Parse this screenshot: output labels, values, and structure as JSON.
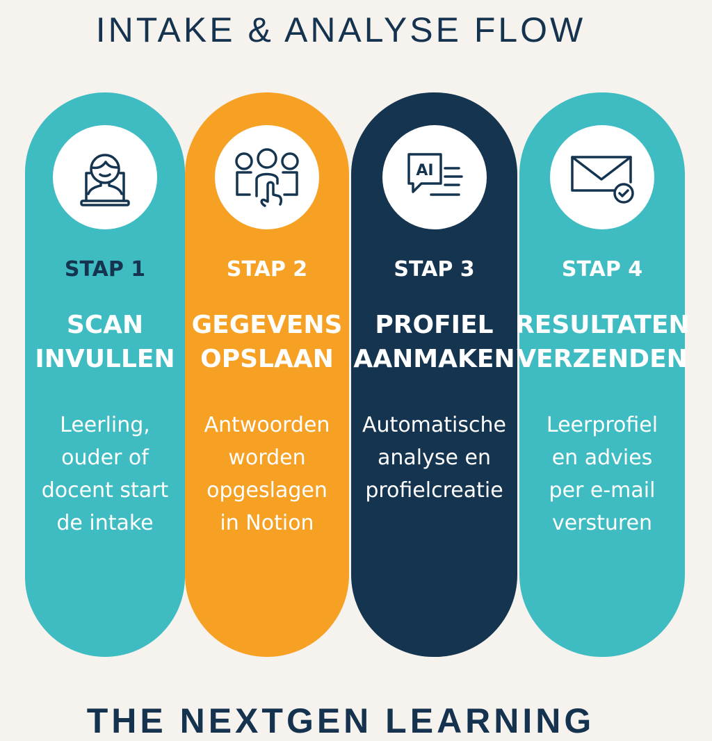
{
  "title": "INTAKE & ANALYSE FLOW",
  "footer": "THE NEXTGEN LEARNING",
  "steps": [
    {
      "step": "STAP 1",
      "name1": "SCAN",
      "name2": "INVULLEN",
      "desc": [
        "Leerling,",
        "ouder of",
        "docent start",
        "de intake"
      ],
      "color": "#3fbcc2",
      "icon": "student-laptop-icon"
    },
    {
      "step": "STAP 2",
      "name1": "GEGEVENS",
      "name2": "OPSLAAN",
      "desc": [
        "Antwoorden",
        "worden",
        "opgeslagen",
        "in Notion"
      ],
      "color": "#f6a024",
      "icon": "group-touch-icon"
    },
    {
      "step": "STAP 3",
      "name1": "PROFIEL",
      "name2": "AANMAKEN",
      "desc": [
        "Automatische",
        "analyse en",
        "profielcreatie"
      ],
      "color": "#14344f",
      "icon": "ai-chat-icon",
      "ai_label": "AI"
    },
    {
      "step": "STAP 4",
      "name1": "RESULTATEN",
      "name2": "VERZENDEN",
      "desc": [
        "Leerprofiel",
        "en advies",
        "per e-mail",
        "versturen"
      ],
      "color": "#3fbcc2",
      "icon": "mail-check-icon"
    }
  ]
}
